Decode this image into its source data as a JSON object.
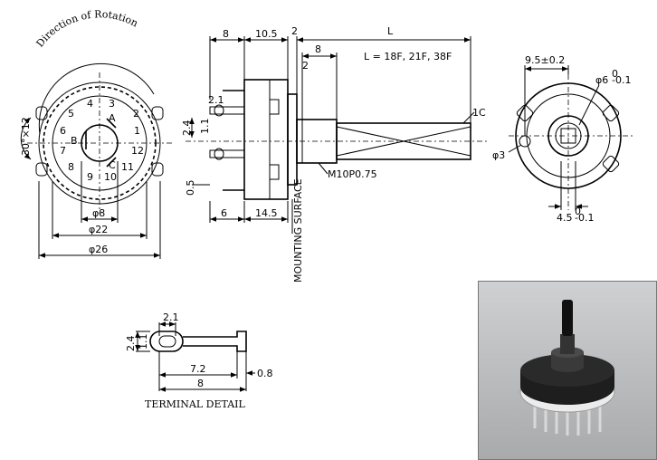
{
  "front_view": {
    "title": "Direction of Rotation",
    "angle_label": "30°×12",
    "positions": [
      "1",
      "2",
      "3",
      "4",
      "5",
      "6",
      "7",
      "8",
      "9",
      "10",
      "11",
      "12"
    ],
    "poles": [
      "A",
      "B",
      "C"
    ],
    "dim_inner": "φ8",
    "dim_mid": "φ22",
    "dim_outer": "φ26"
  },
  "side_view": {
    "dim_8_top": "8",
    "dim_10_5": "10.5",
    "dim_2_top": "2",
    "dim_L": "L",
    "dim_8_shaft": "8",
    "dim_2_mid": "2",
    "L_note": "L = 18F, 21F, 38F",
    "chamfer": "1C",
    "dim_2_1": "2.1",
    "dim_2_4": "2.4",
    "dim_1_1": "1.1",
    "dim_0_5": "0.5",
    "thread": "M10P0.75",
    "dim_6": "6",
    "dim_14_5": "14.5",
    "mounting_surface": "MOUNTING SURFACE"
  },
  "rear_view": {
    "dim_9_5": "9.5±0.2",
    "dim_phi6": "φ6",
    "dim_phi6_tol_top": "0",
    "dim_phi6_tol_bottom": "-0.1",
    "dim_phi3": "φ3",
    "dim_4_5": "4.5",
    "dim_4_5_tol_top": "0",
    "dim_4_5_tol_bottom": "-0.1"
  },
  "terminal_detail": {
    "title": "TERMINAL DETAIL",
    "dim_2_1": "2.1",
    "dim_2_4": "2.4",
    "dim_1_1": "1.1",
    "dim_7_2": "7.2",
    "dim_8": "8",
    "dim_0_8": "0.8"
  }
}
